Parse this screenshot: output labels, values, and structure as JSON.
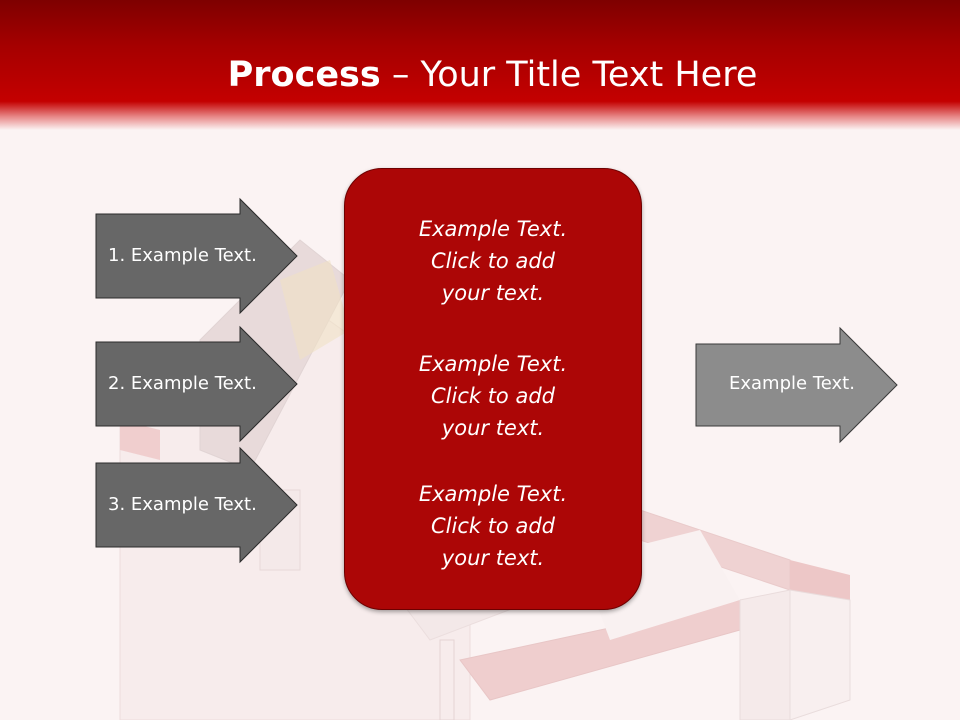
{
  "title": {
    "bold": "Process",
    "rest": " – Your Title Text Here"
  },
  "left_arrows": [
    {
      "label": "1. Example Text."
    },
    {
      "label": "2. Example Text."
    },
    {
      "label": "3. Example Text."
    }
  ],
  "center_box": {
    "blocks": [
      "Example Text.\nClick  to add\nyour text.",
      "Example Text.\nClick  to add\nyour text.",
      "Example Text.\nClick  to add\nyour text."
    ]
  },
  "right_arrow": {
    "label": "Example Text."
  },
  "colors": {
    "header_red": "#c40000",
    "box_red": "#ac0606",
    "left_arrow_fill": "#676767",
    "right_arrow_fill": "#8c8c8c",
    "background": "#fbf3f3"
  }
}
